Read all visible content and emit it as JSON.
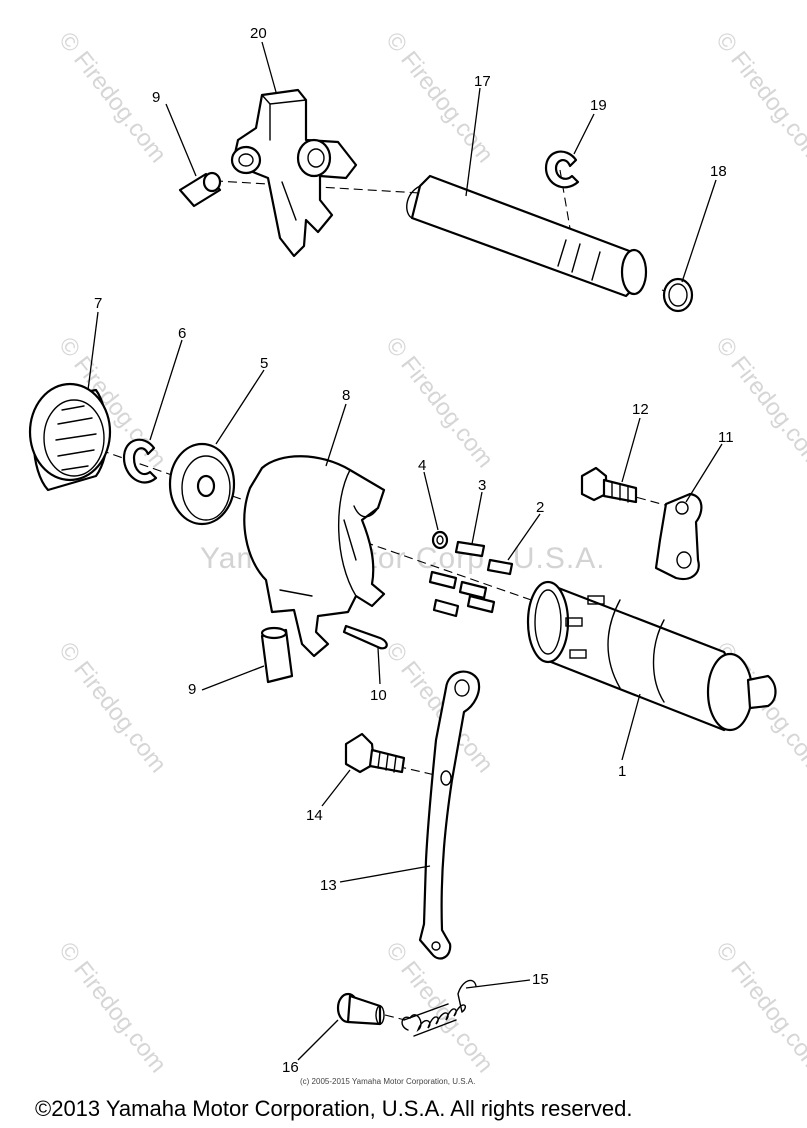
{
  "diagram": {
    "part_numbers": {
      "p1": "1",
      "p2": "2",
      "p3": "3",
      "p4": "4",
      "p5": "5",
      "p6": "6",
      "p7": "7",
      "p8": "8",
      "p9a": "9",
      "p9b": "9",
      "p10": "10",
      "p11": "11",
      "p12": "12",
      "p13": "13",
      "p14": "14",
      "p15": "15",
      "p16": "16",
      "p17": "17",
      "p18": "18",
      "p19": "19",
      "p20": "20"
    }
  },
  "watermarks": {
    "firedog": "© Firedog.com",
    "center": "Yamaha Motor Corp., U.S.A."
  },
  "footer": {
    "small_copyright": "(c) 2005-2015 Yamaha Motor Corporation, U.S.A.",
    "copyright": "©2013 Yamaha Motor Corporation, U.S.A. All rights reserved."
  }
}
